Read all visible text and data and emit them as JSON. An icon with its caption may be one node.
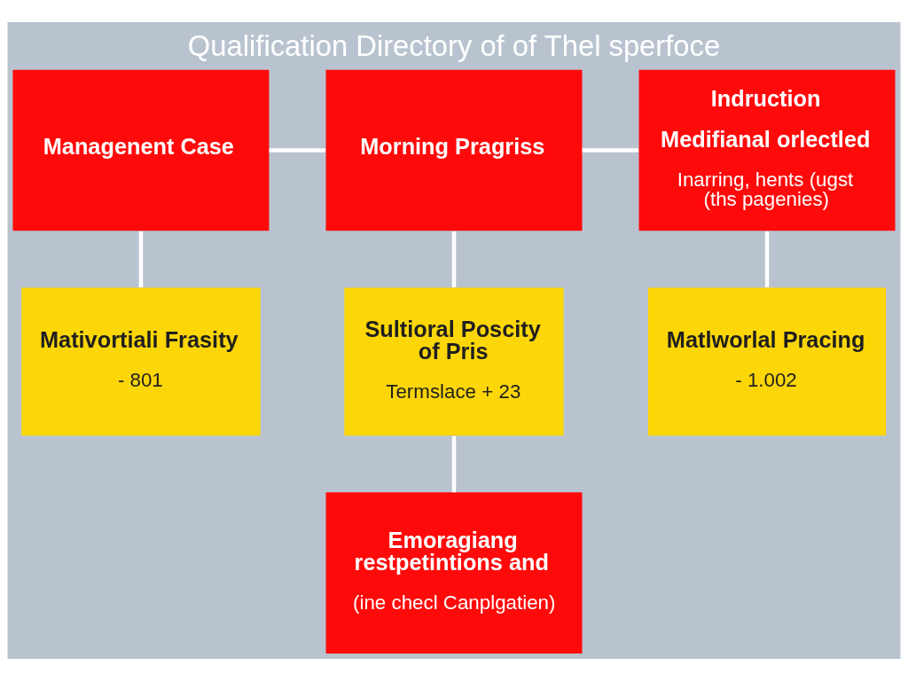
{
  "diagram": {
    "title": "Qualification Directory of of Thel sperfoce",
    "nodes": [
      {
        "text": [
          "Managenent Case"
        ]
      },
      {
        "text": [
          "Morning Pragriss"
        ]
      },
      {
        "text": [
          "Indruction",
          "Medifianal orlectled",
          "Inarring, hents (ugst (ths pagenies)"
        ]
      },
      {
        "text": [
          "Mativortiali Frasity",
          "- 801"
        ]
      },
      {
        "text": [
          "Sultioral Poscity of Pris",
          "Termslace + 23"
        ]
      },
      {
        "text": [
          "Matlworlal Pracing",
          "- 1.002"
        ]
      },
      {
        "text": [
          "Emoragiang restpetintions and",
          "(ine checl Canplgatien)"
        ]
      }
    ],
    "edges": [
      {
        "from": 0,
        "to": 1,
        "arrow": "none"
      },
      {
        "from": 1,
        "to": 2,
        "arrow": "none"
      },
      {
        "from": 0,
        "to": 3,
        "arrow": "none"
      },
      {
        "from": 1,
        "to": 4,
        "arrow": "none"
      },
      {
        "from": 2,
        "to": 5,
        "arrow": "none"
      },
      {
        "from": 4,
        "to": 6,
        "arrow": "none"
      }
    ]
  }
}
